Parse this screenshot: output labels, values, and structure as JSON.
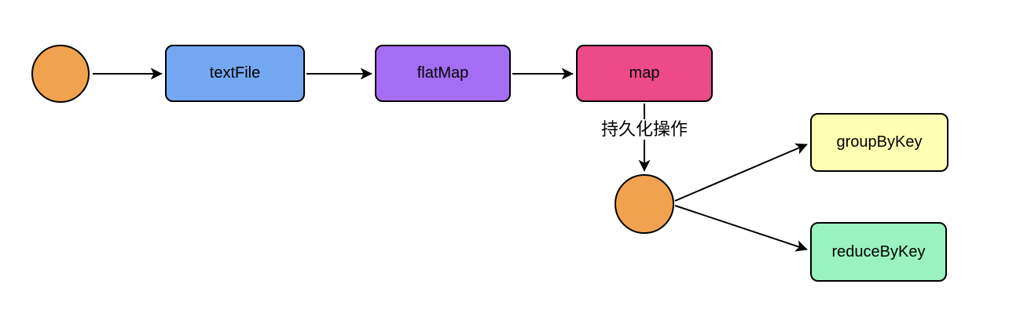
{
  "diagram": {
    "colors": {
      "background": "#ffffff",
      "stroke": "#000000",
      "rdd_circle_fill": "#f0a24e",
      "textfile_fill": "#74a7f2",
      "flatmap_fill": "#a56ef2",
      "map_fill": "#ed4a89",
      "groupbykey_fill": "#ffffb3",
      "reducebykey_fill": "#99f2bf"
    },
    "nodes": {
      "start_rdd": {
        "type": "circle",
        "label": ""
      },
      "textfile": {
        "type": "process",
        "label": "textFile"
      },
      "flatmap": {
        "type": "process",
        "label": "flatMap"
      },
      "map": {
        "type": "process",
        "label": "map"
      },
      "persisted_rdd": {
        "type": "circle",
        "label": ""
      },
      "groupbykey": {
        "type": "process",
        "label": "groupByKey"
      },
      "reducebykey": {
        "type": "process",
        "label": "reduceByKey"
      }
    },
    "edges": {
      "map_to_persisted": {
        "label": "持久化操作"
      }
    }
  }
}
